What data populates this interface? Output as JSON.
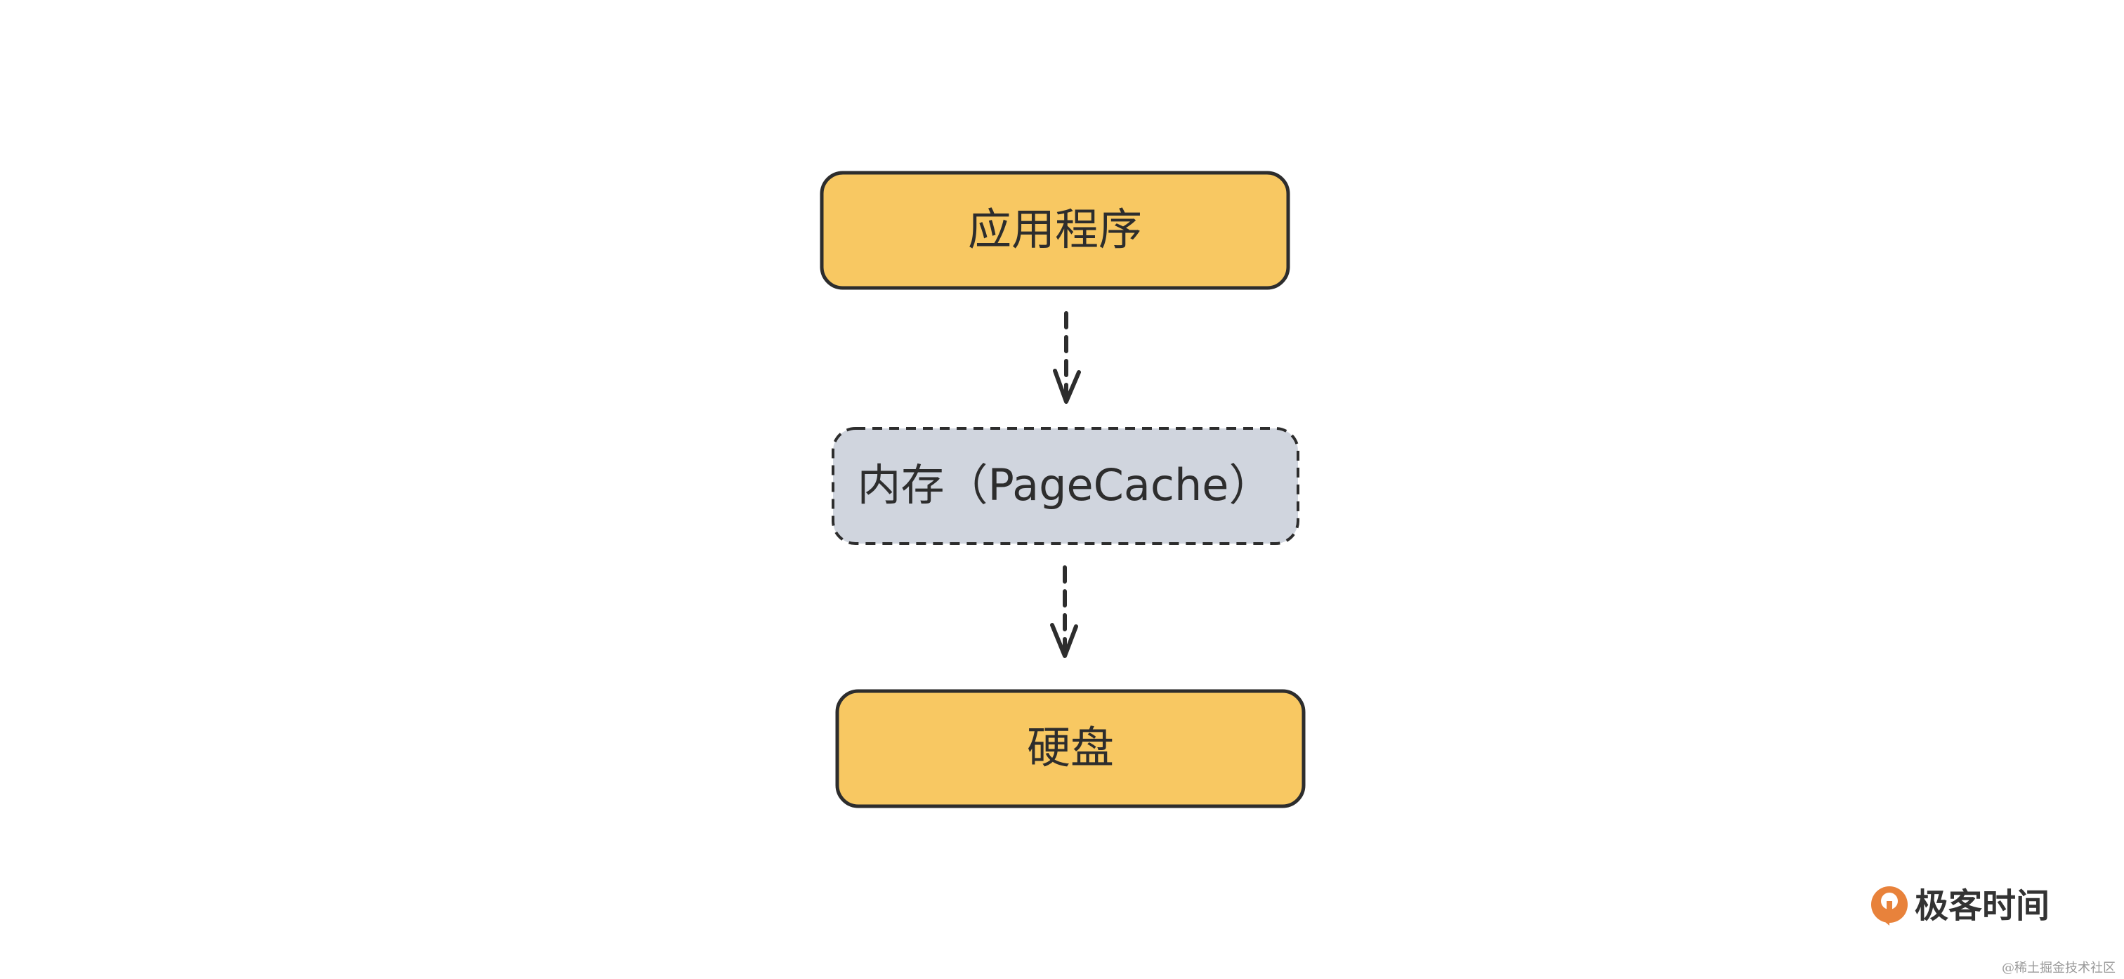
{
  "diagram": {
    "nodes": [
      {
        "id": "app",
        "label": "应用程序",
        "style": "solid",
        "fill": "#F8C862"
      },
      {
        "id": "memory",
        "label": "内存（PageCache）",
        "style": "dashed",
        "fill": "#D0D5DE"
      },
      {
        "id": "disk",
        "label": "硬盘",
        "style": "solid",
        "fill": "#F8C862"
      }
    ],
    "edges": [
      {
        "from": "app",
        "to": "memory",
        "style": "dashed"
      },
      {
        "from": "memory",
        "to": "disk",
        "style": "dashed"
      }
    ],
    "stroke_color": "#2d2d2d"
  },
  "brand": {
    "name": "极客时间",
    "logo_color": "#E8823B"
  },
  "watermark": {
    "text": "@稀土掘金技术社区"
  }
}
